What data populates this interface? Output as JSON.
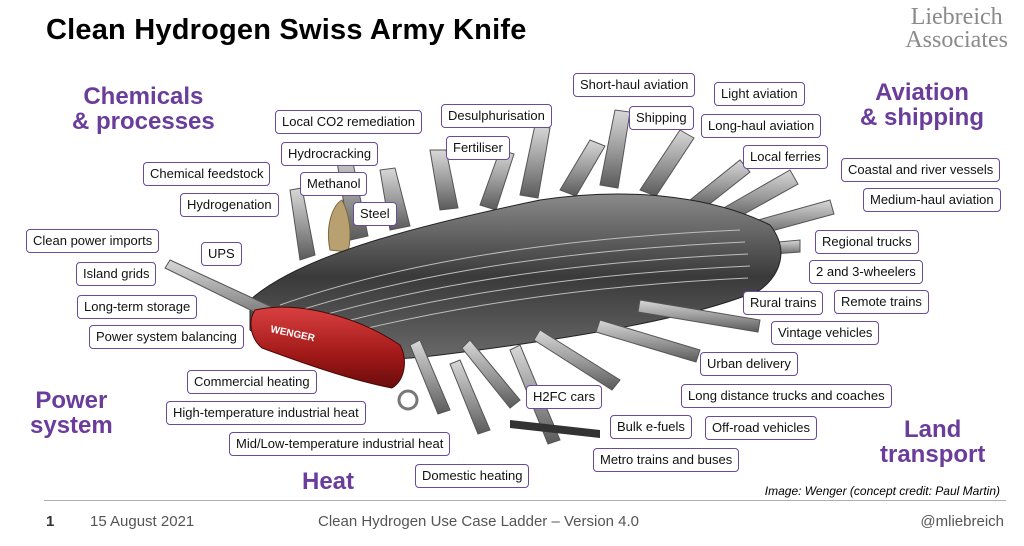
{
  "title": "Clean Hydrogen Swiss Army Knife",
  "logo": {
    "line1": "Liebreich",
    "line2": "Associates"
  },
  "colors": {
    "category": "#6a3d9a",
    "tag_border": "#6a4a9a",
    "knife_red": "#b02020",
    "steel": "#9a9a9a"
  },
  "categories": {
    "chemicals": {
      "line1": "Chemicals",
      "line2": "& processes"
    },
    "aviation": {
      "line1": "Aviation",
      "line2": "& shipping"
    },
    "power": {
      "line1": "Power",
      "line2": "system"
    },
    "heat": {
      "line1": "Heat"
    },
    "land": {
      "line1": "Land",
      "line2": "transport"
    }
  },
  "knife_brand": "WENGER",
  "tags": {
    "short_haul_aviation": "Short-haul aviation",
    "light_aviation": "Light aviation",
    "local_co2_remediation": "Local CO2 remediation",
    "desulphurisation": "Desulphurisation",
    "shipping": "Shipping",
    "long_haul_aviation": "Long-haul aviation",
    "hydrocracking": "Hydrocracking",
    "fertiliser": "Fertiliser",
    "local_ferries": "Local ferries",
    "chemical_feedstock": "Chemical feedstock",
    "methanol": "Methanol",
    "coastal_river_vessels": "Coastal and river vessels",
    "hydrogenation": "Hydrogenation",
    "steel": "Steel",
    "medium_haul_aviation": "Medium-haul aviation",
    "clean_power_imports": "Clean power imports",
    "ups": "UPS",
    "regional_trucks": "Regional trucks",
    "island_grids": "Island grids",
    "two_three_wheelers": "2 and 3-wheelers",
    "long_term_storage": "Long-term storage",
    "rural_trains": "Rural trains",
    "remote_trains": "Remote trains",
    "power_system_balancing": "Power system balancing",
    "vintage_vehicles": "Vintage vehicles",
    "urban_delivery": "Urban delivery",
    "commercial_heating": "Commercial heating",
    "h2fc_cars": "H2FC cars",
    "long_distance_trucks": "Long distance trucks and coaches",
    "high_temp_heat": "High-temperature industrial heat",
    "bulk_efuels": "Bulk e-fuels",
    "offroad_vehicles": "Off-road vehicles",
    "mid_low_temp_heat": "Mid/Low-temperature industrial heat",
    "metro_trains_buses": "Metro trains and buses",
    "domestic_heating": "Domestic heating"
  },
  "credit": "Image: Wenger (concept credit: Paul Martin)",
  "footer": {
    "page": "1",
    "date": "15 August 2021",
    "center": "Clean Hydrogen Use Case Ladder – Version 4.0",
    "handle": "@mliebreich"
  }
}
